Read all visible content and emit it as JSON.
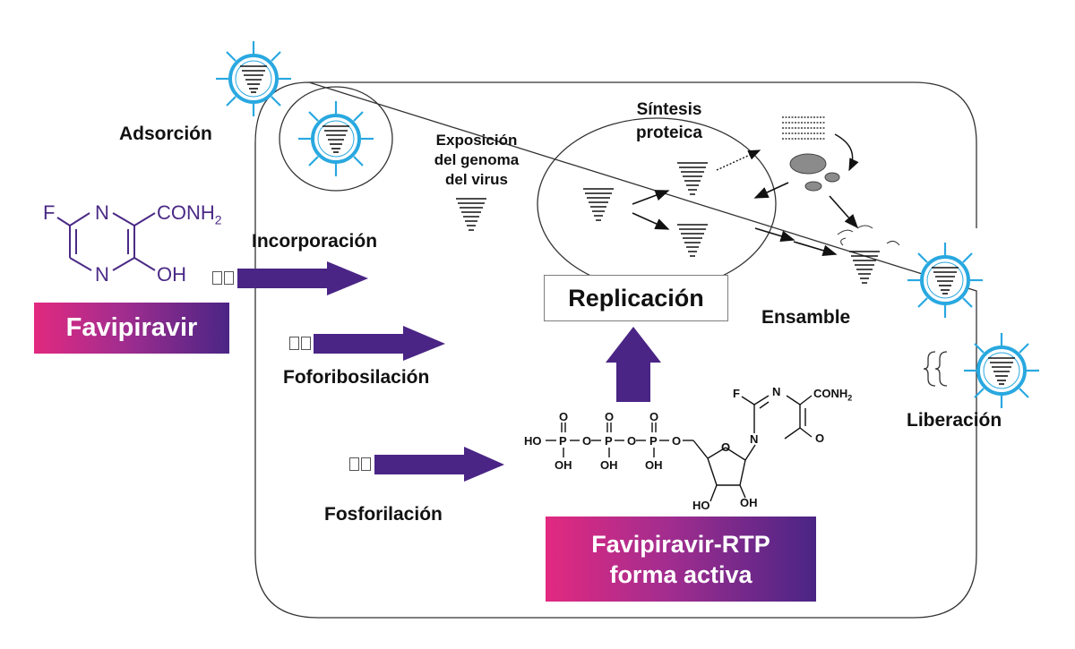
{
  "steps": {
    "adsorcion": "Adsorción",
    "exposicion": "Exposición del genoma del virus",
    "sintesis": "Síntesis proteica",
    "incorporacion": "Incorporación",
    "foforibosilacion": "Foforibosilación",
    "fosforilacion": "Fosforilación",
    "replicacion": "Replicación",
    "ensamble": "Ensamble",
    "liberacion": "Liberación"
  },
  "favipiravir": {
    "name": "Favipiravir",
    "atom_f": "F",
    "atom_n": "N",
    "atom_conh2": "CONH",
    "atom_conh2_sub": "2",
    "atom_oh": "OH"
  },
  "rtp": {
    "line1": "Favipiravir-RTP",
    "line2": "forma activa",
    "atom_f": "F",
    "atom_n": "N",
    "atom_conh2": "CONH",
    "atom_conh2_sub": "2",
    "atom_o": "O",
    "atom_p": "P",
    "atom_ho": "HO",
    "atom_oh": "OH"
  },
  "colors": {
    "arrow_purple": "#4a2585",
    "virus_blue": "#29a8e0",
    "gradient_start": "#e2297f",
    "gradient_end": "#4a2585"
  }
}
